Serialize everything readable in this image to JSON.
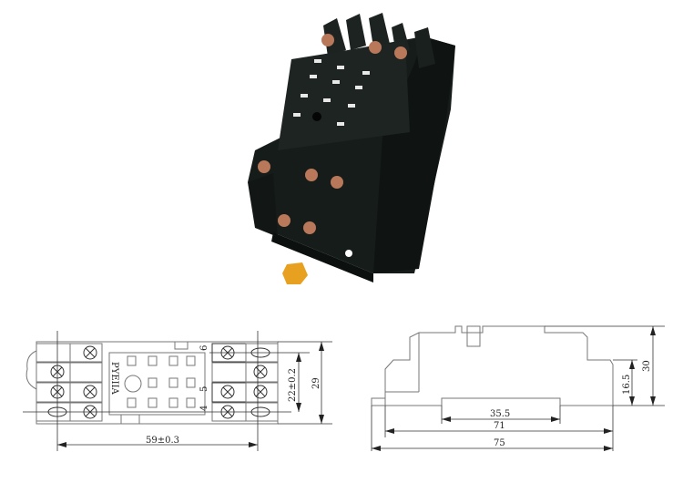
{
  "product_photo": {
    "subject": "relay socket",
    "body_color": "#151b18",
    "terminal_color": "#b9785a",
    "clip_color": "#e8a020"
  },
  "top_view": {
    "model_label": "PYEIIA",
    "pin_labels": [
      "6",
      "5",
      "4"
    ],
    "dimensions": {
      "width": "59±0.3",
      "inner_height": "22±0.2",
      "outer_height": "29"
    }
  },
  "side_view": {
    "dimensions": {
      "rail": "35.5",
      "body_length": "71",
      "overall_length": "75",
      "low_height": "16.5",
      "overall_height": "30"
    }
  }
}
